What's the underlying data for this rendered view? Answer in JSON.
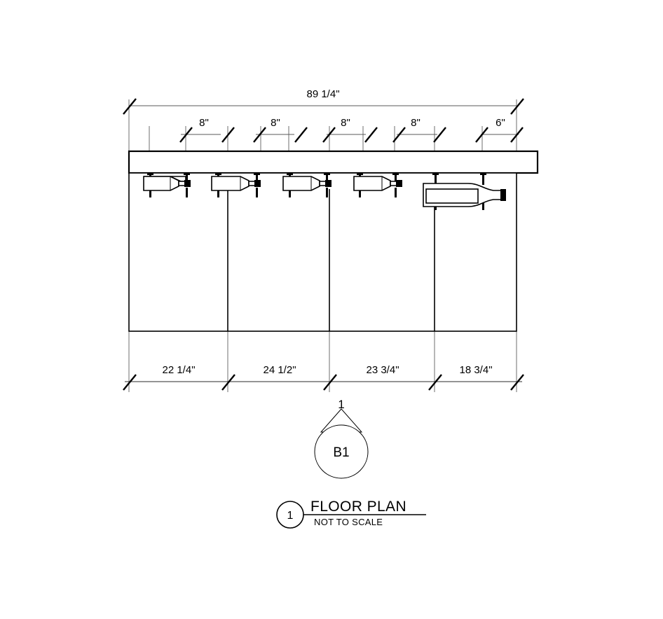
{
  "sheet": {
    "background_color": "#ffffff",
    "line_color": "#000000",
    "dimension_line_color": "#5a5a5a",
    "extension_line_color": "#6f6f6f"
  },
  "overall_dimension": {
    "label": "89 1/4\"",
    "name": "overall-width"
  },
  "top_dimensions": [
    {
      "label": "8\""
    },
    {
      "label": "8\""
    },
    {
      "label": "8\""
    },
    {
      "label": "8\""
    },
    {
      "label": "6\""
    }
  ],
  "bottom_dimensions": [
    {
      "label": "22 1/4\""
    },
    {
      "label": "24 1/2\""
    },
    {
      "label": "23 3/4\""
    },
    {
      "label": "18 3/4\""
    }
  ],
  "detail_bubble": {
    "pointer_number": "1",
    "sheet_reference": "B1"
  },
  "title_block": {
    "detail_number": "1",
    "title": "FLOOR PLAN",
    "scale_note": "NOT TO SCALE"
  },
  "plan": {
    "wall_band_name": "wall-band",
    "floor_outline_name": "floor-outline",
    "bottle_count": 5,
    "bottles": [
      {
        "type": "standard-bottle"
      },
      {
        "type": "standard-bottle"
      },
      {
        "type": "standard-bottle"
      },
      {
        "type": "standard-bottle"
      },
      {
        "type": "magnum-bottle"
      }
    ],
    "partition_count": 3
  }
}
